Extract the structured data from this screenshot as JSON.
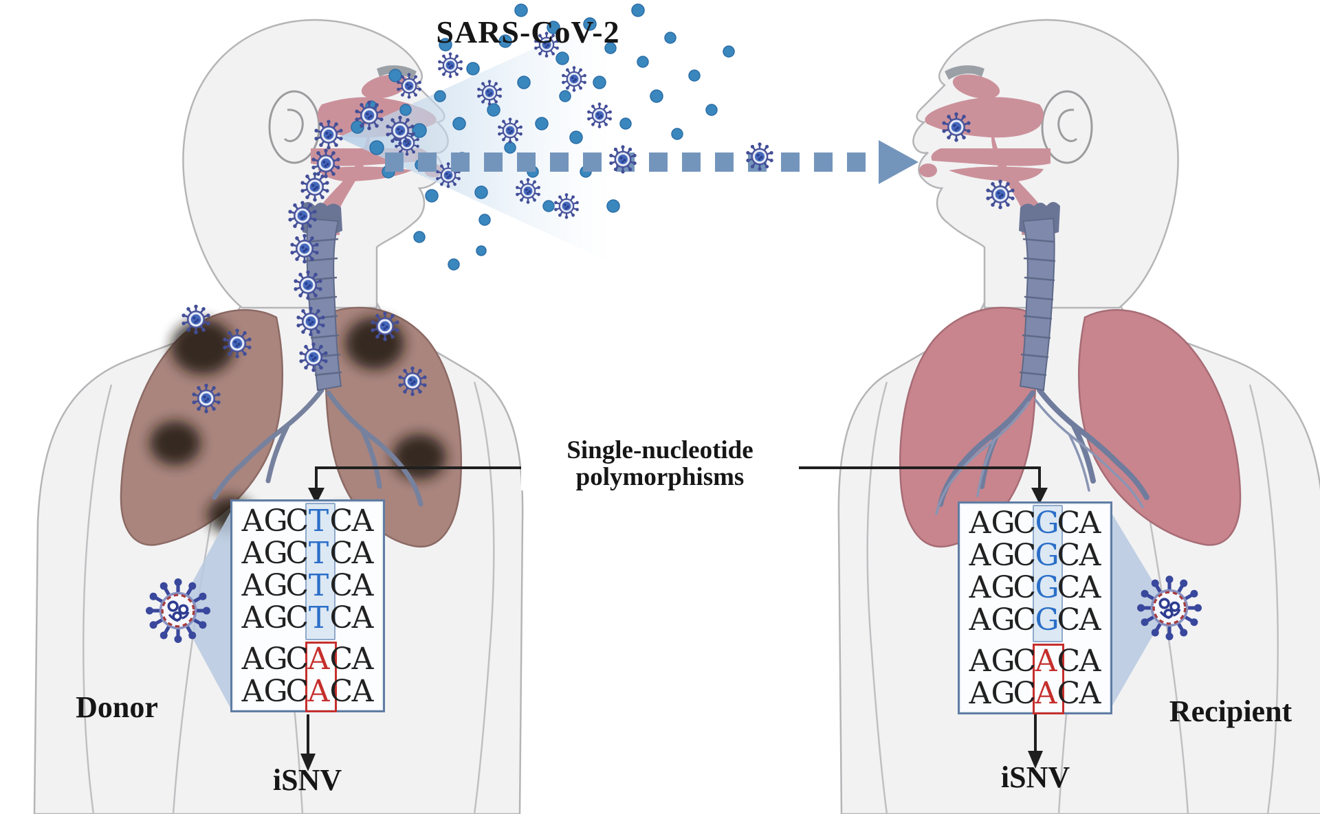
{
  "title": "SARS-CoV-2",
  "snp_label": {
    "line1": "Single-nucleotide",
    "line2": "polymorphisms"
  },
  "donor": {
    "label": "Donor",
    "isnv": "iSNV",
    "rows": [
      {
        "cells": [
          "A",
          "G",
          "C",
          "T",
          "C",
          "A"
        ],
        "variant": "major"
      },
      {
        "cells": [
          "A",
          "G",
          "C",
          "T",
          "C",
          "A"
        ],
        "variant": "major"
      },
      {
        "cells": [
          "A",
          "G",
          "C",
          "T",
          "C",
          "A"
        ],
        "variant": "major"
      },
      {
        "cells": [
          "A",
          "G",
          "C",
          "T",
          "C",
          "A"
        ],
        "variant": "major"
      },
      {
        "cells": [
          "A",
          "G",
          "C",
          "A",
          "C",
          "A"
        ],
        "variant": "minor"
      },
      {
        "cells": [
          "A",
          "G",
          "C",
          "A",
          "C",
          "A"
        ],
        "variant": "minor"
      }
    ]
  },
  "recipient": {
    "label": "Recipient",
    "isnv": "iSNV",
    "rows": [
      {
        "cells": [
          "A",
          "G",
          "C",
          "G",
          "C",
          "A"
        ],
        "variant": "major"
      },
      {
        "cells": [
          "A",
          "G",
          "C",
          "G",
          "C",
          "A"
        ],
        "variant": "major"
      },
      {
        "cells": [
          "A",
          "G",
          "C",
          "G",
          "C",
          "A"
        ],
        "variant": "major"
      },
      {
        "cells": [
          "A",
          "G",
          "C",
          "G",
          "C",
          "A"
        ],
        "variant": "major"
      },
      {
        "cells": [
          "A",
          "G",
          "C",
          "A",
          "C",
          "A"
        ],
        "variant": "minor"
      },
      {
        "cells": [
          "A",
          "G",
          "C",
          "A",
          "C",
          "A"
        ],
        "variant": "minor"
      }
    ]
  },
  "icons": {
    "virus": "coronavirus-particle",
    "droplet": "respiratory-droplet",
    "arrow": "transmission-arrow"
  },
  "colors": {
    "seq_blue": "#2a6ec8",
    "seq_red": "#c52f2c",
    "droplet": "#3a87be",
    "arrow_dash": "#7495bb",
    "connector": "#1f1f1f"
  }
}
